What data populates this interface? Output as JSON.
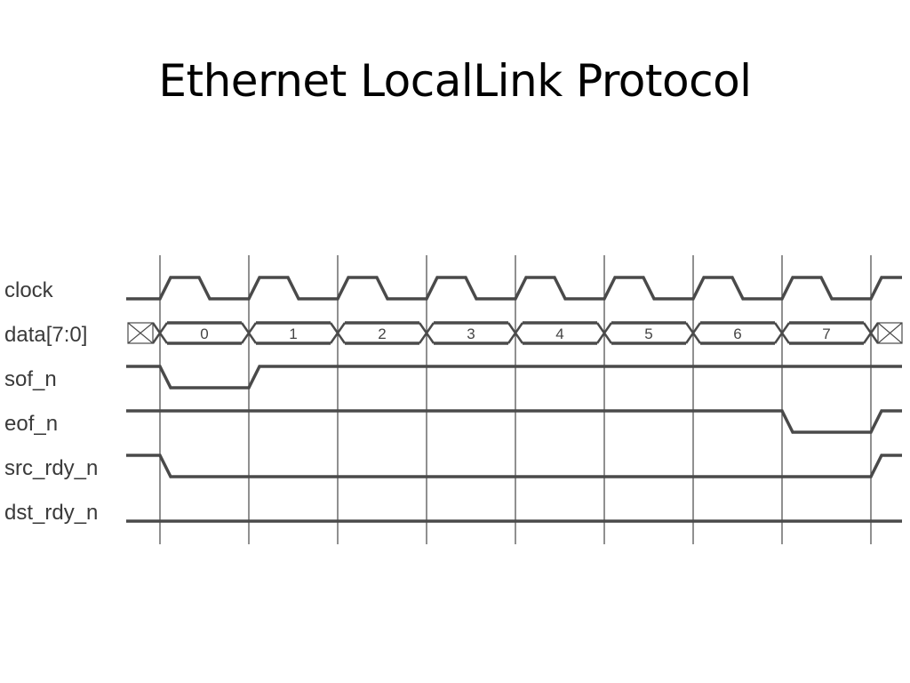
{
  "slide": {
    "title": "Ethernet LocalLink Protocol"
  },
  "colors": {
    "waveform": "#4a4a4a",
    "gridline": "#555555",
    "label": "#3a3a3a",
    "background": "#ffffff"
  },
  "diagram": {
    "clock_cycles": 8,
    "signals": [
      {
        "id": "clock",
        "label": "clock"
      },
      {
        "id": "data",
        "label": "data[7:0]"
      },
      {
        "id": "sof_n",
        "label": "sof_n"
      },
      {
        "id": "eof_n",
        "label": "eof_n"
      },
      {
        "id": "src_rdy_n",
        "label": "src_rdy_n"
      },
      {
        "id": "dst_rdy_n",
        "label": "dst_rdy_n"
      }
    ],
    "data_values": [
      "0",
      "1",
      "2",
      "3",
      "4",
      "5",
      "6",
      "7"
    ],
    "sof_n_low_cycles": [
      0
    ],
    "eof_n_low_cycles": [
      7
    ],
    "src_rdy_n_low_cycles": [
      0,
      1,
      2,
      3,
      4,
      5,
      6,
      7
    ],
    "dst_rdy_n_low_cycles": [
      0,
      1,
      2,
      3,
      4,
      5,
      6,
      7,
      8
    ]
  }
}
